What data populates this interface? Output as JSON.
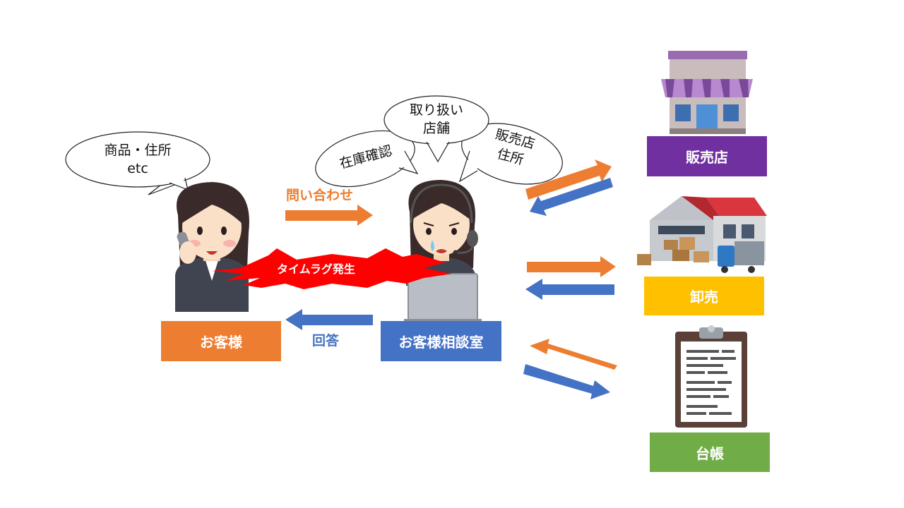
{
  "bubbles": {
    "customer_line1": "商品・住所",
    "customer_line2": "etc",
    "top_line1": "取り扱い",
    "top_line2": "店舗",
    "left": "在庫確認",
    "right_line1": "販売店",
    "right_line2": "住所"
  },
  "arrows": {
    "inquiry": "問い合わせ",
    "answer": "回答",
    "timelag": "タイムラグ発生"
  },
  "boxes": {
    "customer": "お客様",
    "consultation": "お客様相談室",
    "store": "販売店",
    "wholesale": "卸売",
    "ledger": "台帳"
  },
  "colors": {
    "orange": "#ED7D31",
    "blue": "#4472C4",
    "purple": "#7030A0",
    "yellow": "#FFC000",
    "green": "#70AD47",
    "red": "#FF0000"
  }
}
